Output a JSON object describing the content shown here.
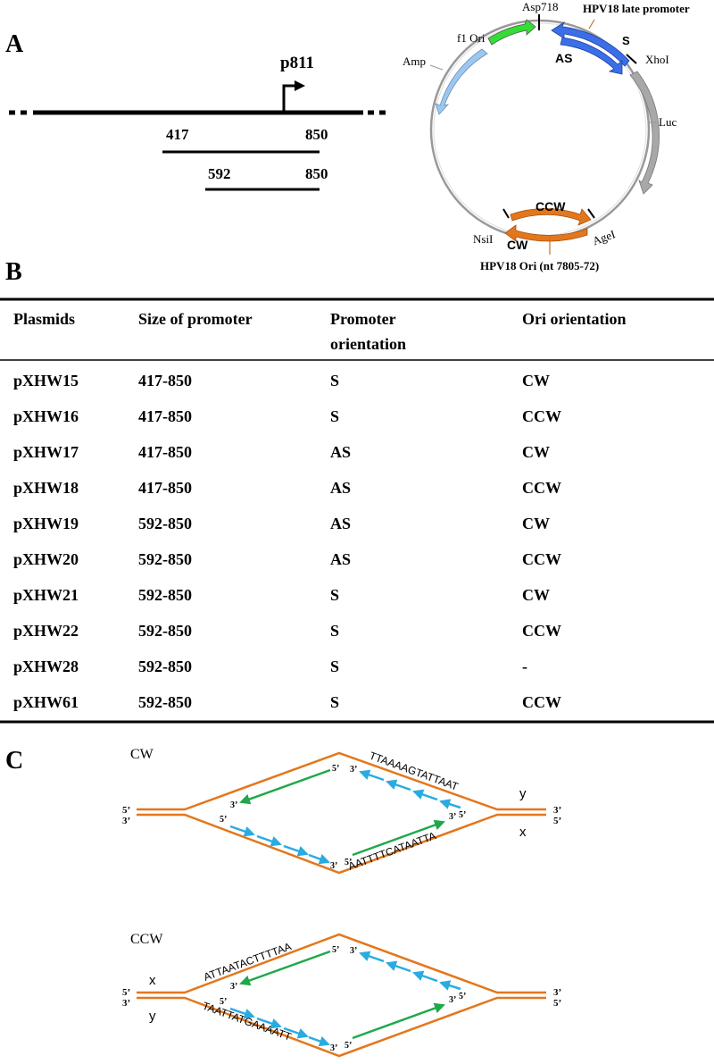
{
  "panel_labels": {
    "a": "A",
    "b": "B",
    "c": "C"
  },
  "panel_a": {
    "promoter_label": "p811",
    "fragment1": {
      "start": "417",
      "end": "850"
    },
    "fragment2": {
      "start": "592",
      "end": "850"
    }
  },
  "plasmid_map": {
    "f1_ori": "f1 Ori",
    "asp718": "Asp718",
    "hpv18_late_promoter": "HPV18 late promoter",
    "s": "S",
    "as": "AS",
    "xhoi": "XhoI",
    "amp": "Amp",
    "luc": "Luc",
    "ccw": "CCW",
    "cw": "CW",
    "nsii": "NsiI",
    "agei": "AgeI",
    "hpv18_ori": "HPV18 Ori (nt 7805-72)"
  },
  "table": {
    "headers": {
      "plasmids": "Plasmids",
      "size": "Size of promoter",
      "orientation_line1": "Promoter",
      "orientation_line2": "orientation",
      "ori": "Ori orientation"
    },
    "rows": [
      {
        "plasmid": "pXHW15",
        "size": "417-850",
        "orientation": "S",
        "ori": "CW"
      },
      {
        "plasmid": "pXHW16",
        "size": "417-850",
        "orientation": "S",
        "ori": "CCW"
      },
      {
        "plasmid": "pXHW17",
        "size": "417-850",
        "orientation": "AS",
        "ori": "CW"
      },
      {
        "plasmid": "pXHW18",
        "size": "417-850",
        "orientation": "AS",
        "ori": "CCW"
      },
      {
        "plasmid": "pXHW19",
        "size": "592-850",
        "orientation": "AS",
        "ori": "CW"
      },
      {
        "plasmid": "pXHW20",
        "size": "592-850",
        "orientation": "AS",
        "ori": "CCW"
      },
      {
        "plasmid": "pXHW21",
        "size": "592-850",
        "orientation": "S",
        "ori": "CW"
      },
      {
        "plasmid": "pXHW22",
        "size": "592-850",
        "orientation": "S",
        "ori": "CCW"
      },
      {
        "plasmid": "pXHW28",
        "size": "592-850",
        "orientation": "S",
        "ori": "-"
      },
      {
        "plasmid": "pXHW61",
        "size": "592-850",
        "orientation": "S",
        "ori": "CCW"
      }
    ]
  },
  "panel_c": {
    "cw_label": "CW",
    "ccw_label": "CCW",
    "five_prime": "5’",
    "three_prime": "3’",
    "x": "x",
    "y": "y",
    "cw_top_seq": "TTAAAAGTATTAAT",
    "cw_bottom_seq": "AATTTTCATAATTA",
    "ccw_top_seq": "ATTAATACTTTTAA",
    "ccw_bottom_seq": "TAATTATGAAAATT"
  },
  "colors": {
    "orange": "#e3771d",
    "blue_promoter": "#3a6fe8",
    "green": "#1fa84a",
    "cyan": "#29abe2",
    "f1_green": "#33dd33",
    "amp_blue": "#9cc8f0",
    "luc_gray": "#a8a8a8"
  }
}
